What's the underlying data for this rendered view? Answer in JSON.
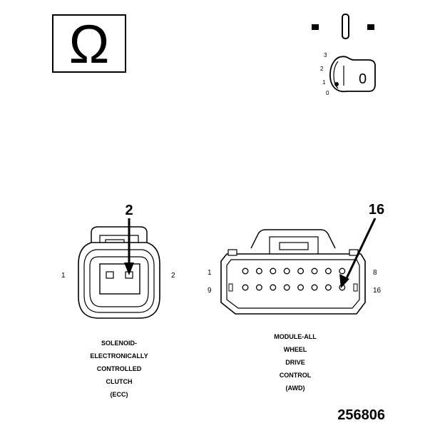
{
  "ohmmeter_symbol": "Ω",
  "ignition_switch": {
    "positions": [
      "3",
      "2",
      "1",
      "0"
    ],
    "key_label": "0"
  },
  "left_connector": {
    "callout_pin": "2",
    "pin_left": "1",
    "pin_right": "2",
    "caption_lines": [
      "SOLENOID-",
      "ELECTRONICALLY",
      "CONTROLLED",
      "CLUTCH",
      "(ECC)"
    ]
  },
  "right_connector": {
    "callout_pin": "16",
    "pin_top_left": "1",
    "pin_top_right": "8",
    "pin_bottom_left": "9",
    "pin_bottom_right": "16",
    "caption_lines": [
      "MODULE-ALL",
      "WHEEL",
      "DRIVE",
      "CONTROL",
      "(AWD)"
    ]
  },
  "figure_number": "256806"
}
